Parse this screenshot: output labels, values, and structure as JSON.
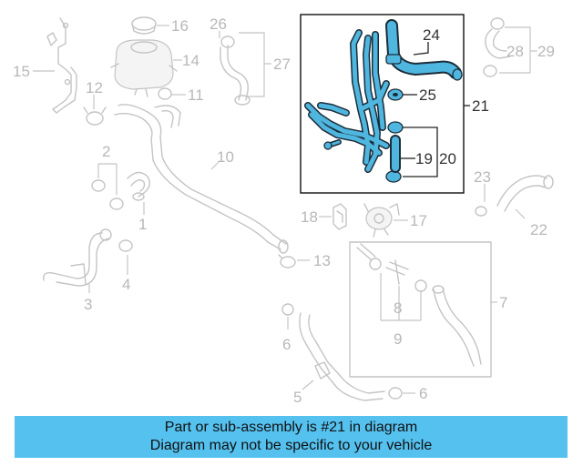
{
  "diagram": {
    "callouts": {
      "p1": "1",
      "p2": "2",
      "p3": "3",
      "p4": "4",
      "p5": "5",
      "p6a": "6",
      "p6b": "6",
      "p7": "7",
      "p8": "8",
      "p9": "9",
      "p10": "10",
      "p11": "11",
      "p12": "12",
      "p13": "13",
      "p14": "14",
      "p15": "15",
      "p16": "16",
      "p17": "17",
      "p18": "18",
      "p19": "19",
      "p20": "20",
      "p21": "21",
      "p22": "22",
      "p23": "23",
      "p24": "24",
      "p25": "25",
      "p26": "26",
      "p27": "27",
      "p28": "28",
      "p29": "29"
    },
    "highlight_color": "#4fb6df",
    "highlighted_part": "21"
  },
  "banner": {
    "line1": "Part or sub-assembly is #21 in diagram",
    "line2": "Diagram may not be specific to your vehicle",
    "background": "#55c1ef"
  }
}
